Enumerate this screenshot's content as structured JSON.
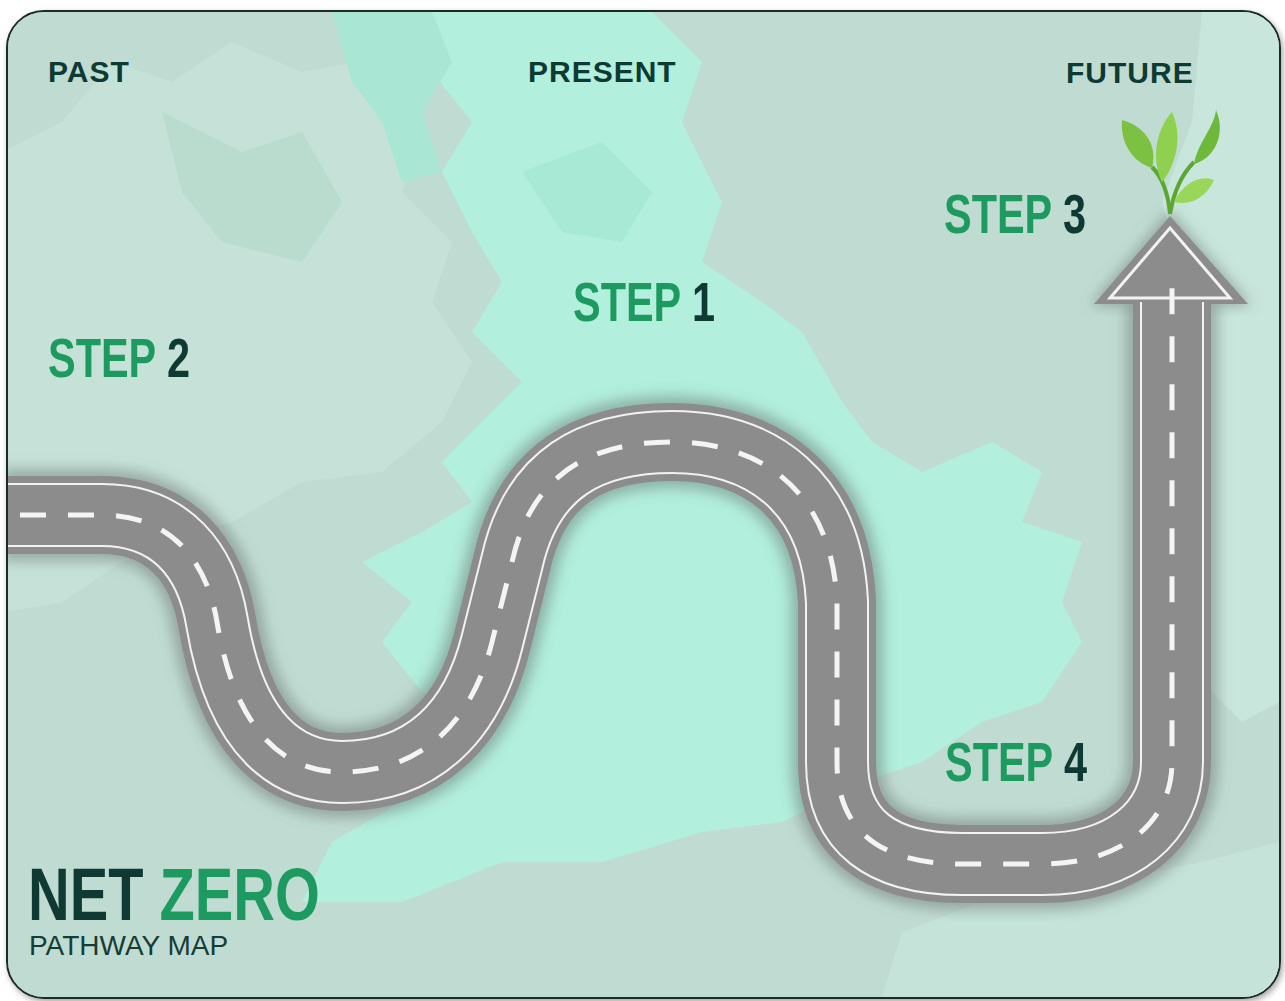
{
  "diagram": {
    "title": "NET ZERO",
    "labels": [
      "PAST",
      "PRESENT",
      "FUTURE",
      "STEP 2",
      "STEP 1",
      "STEP 3",
      "STEP 4",
      "PATHWAY MAP"
    ]
  }
}
